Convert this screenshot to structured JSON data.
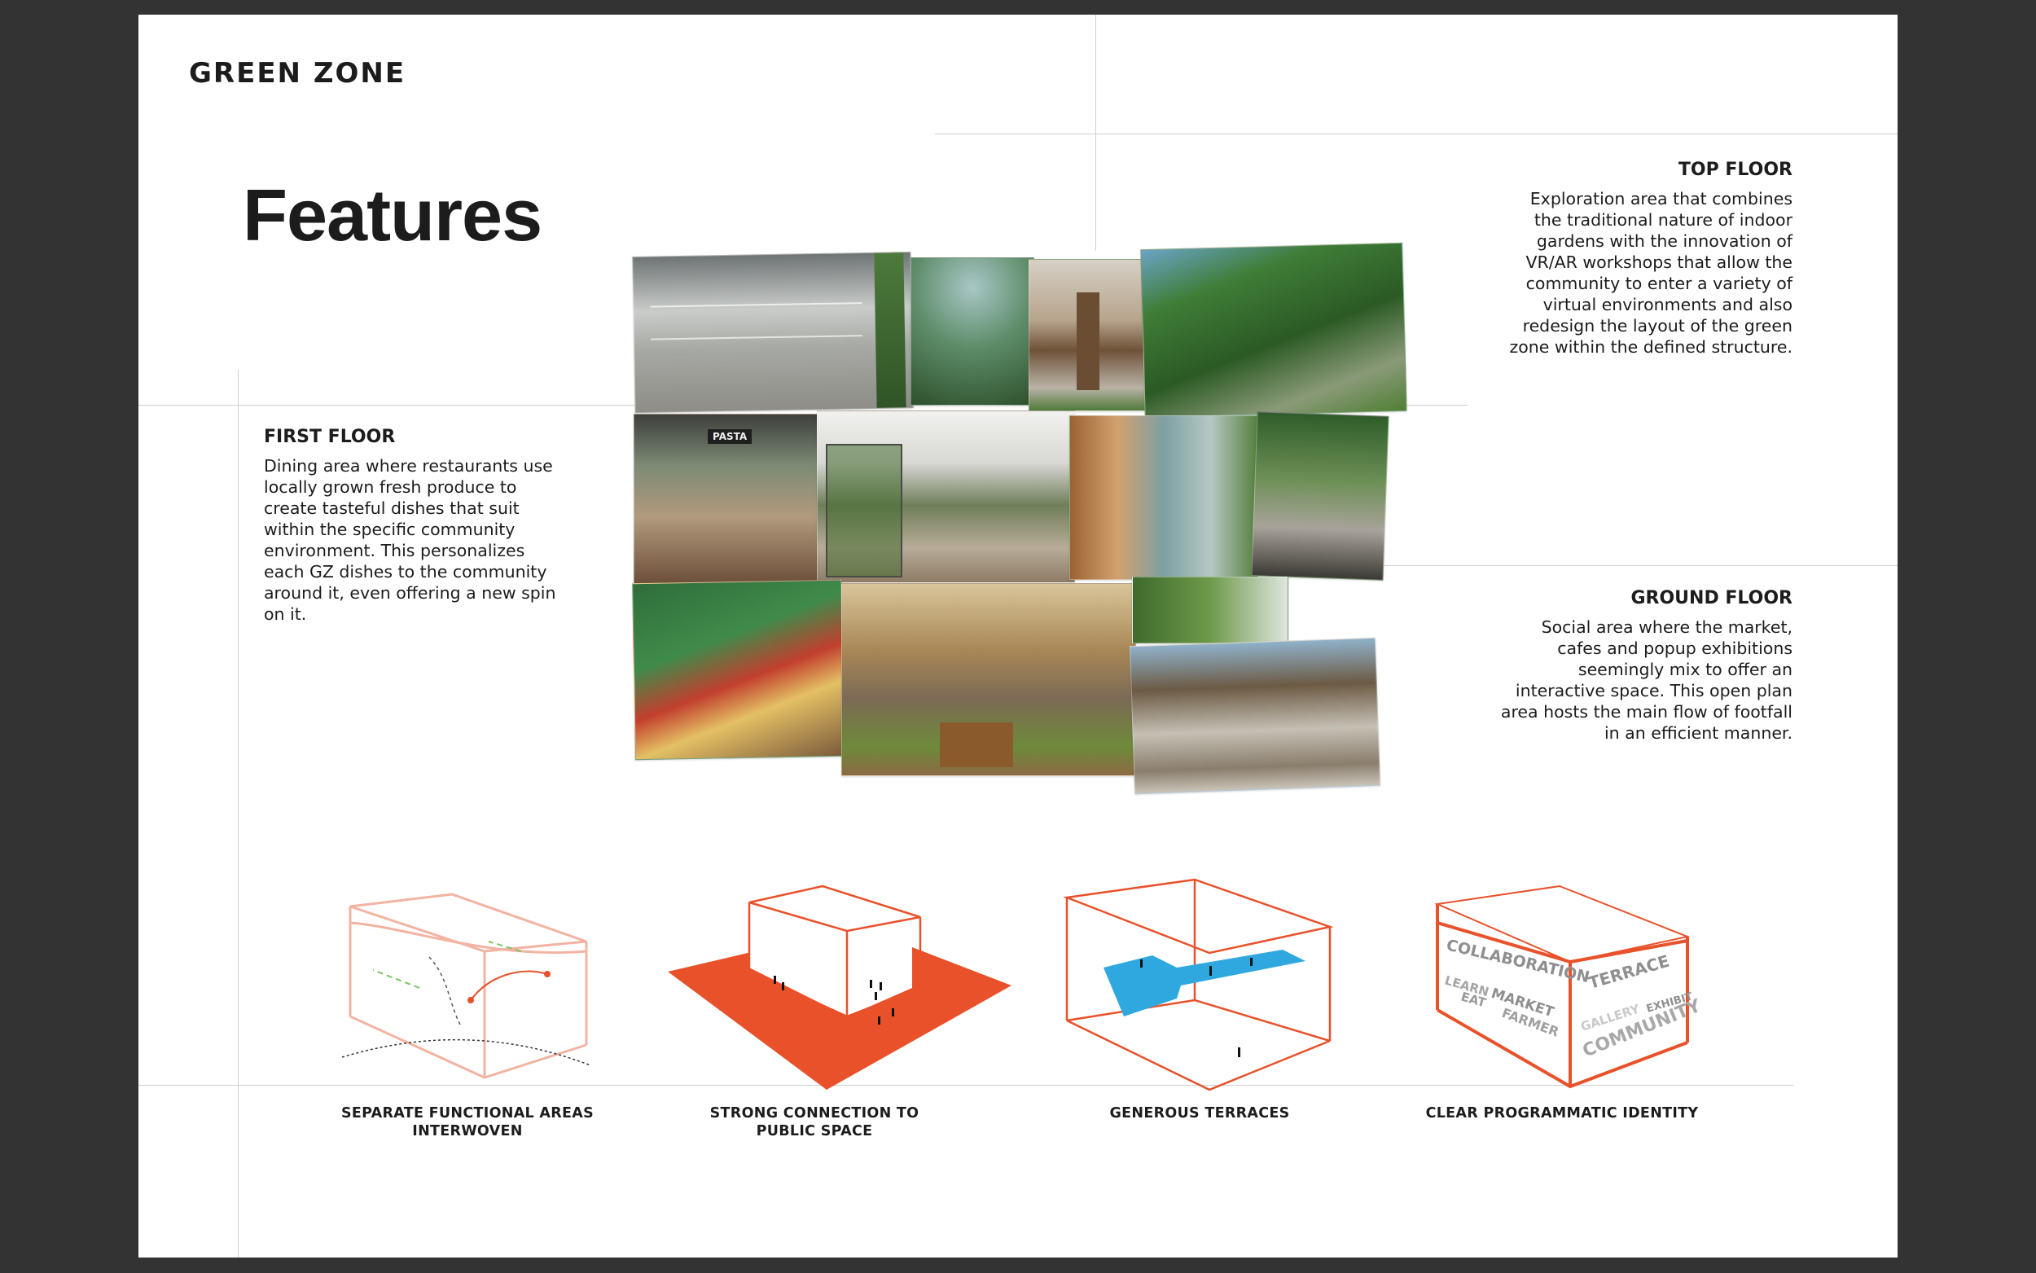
{
  "header": {
    "brand": "GREEN ZONE",
    "title": "Features"
  },
  "sections": {
    "first_floor": {
      "title": "FIRST FLOOR",
      "text": "Dining area where restaurants use locally grown fresh produce to create tasteful dishes that suit within the specific community environment. This personalizes each GZ dishes to the community around it, even offering a new spin on it."
    },
    "top_floor": {
      "title": "TOP FLOOR",
      "text": "Exploration area that combines the traditional nature of indoor gardens with the innovation of VR/AR workshops that allow the community to enter a variety of virtual environments and also redesign the layout of the green zone within the defined structure."
    },
    "ground_floor": {
      "title": "GROUND FLOOR",
      "text": "Social area where the market, cafes and popup exhibitions seemingly mix to offer an interactive space. This open plan area hosts the main flow of footfall in an efficient manner."
    }
  },
  "diagrams": [
    {
      "caption": "SEPARATE FUNCTIONAL AREAS INTERWOVEN"
    },
    {
      "caption": "STRONG CONNECTION TO PUBLIC SPACE"
    },
    {
      "caption": "GENEROUS TERRACES"
    },
    {
      "caption": "CLEAR PROGRAMMATIC IDENTITY",
      "words": {
        "collaboration": "COLLABORATION",
        "learn": "LEARN",
        "eat": "EAT",
        "market": "MARKET",
        "farmer": "FARMER",
        "terrace": "TERRACE",
        "exhibit": "EXHIBIT",
        "gallery": "GALLERY",
        "community": "COMMUNITY"
      }
    }
  ],
  "colors": {
    "accent_orange": "#e8512a",
    "terrace_blue": "#2fa8e0",
    "light_pink": "#f3b3a2",
    "page_bg": "#333333"
  },
  "collage_label": "PASTA"
}
